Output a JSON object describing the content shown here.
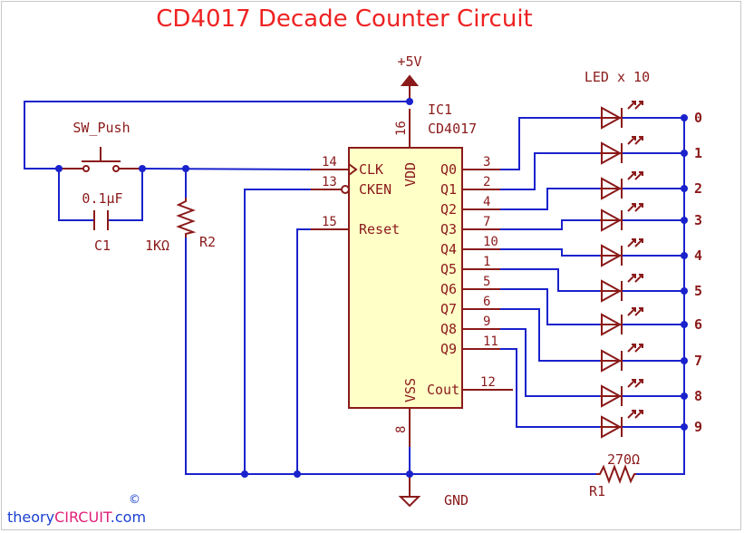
{
  "title": "CD4017 Decade Counter Circuit",
  "supply_label": "+5V",
  "ground_label": "GND",
  "ic": {
    "ref": "IC1",
    "part": "CD4017",
    "left_pins": [
      {
        "num": "14",
        "name": "CLK"
      },
      {
        "num": "13",
        "name": "CKEN"
      },
      {
        "num": "15",
        "name": "Reset"
      }
    ],
    "right_pins": [
      {
        "num": "3",
        "name": "Q0"
      },
      {
        "num": "2",
        "name": "Q1"
      },
      {
        "num": "4",
        "name": "Q2"
      },
      {
        "num": "7",
        "name": "Q3"
      },
      {
        "num": "10",
        "name": "Q4"
      },
      {
        "num": "1",
        "name": "Q5"
      },
      {
        "num": "5",
        "name": "Q6"
      },
      {
        "num": "6",
        "name": "Q7"
      },
      {
        "num": "9",
        "name": "Q8"
      },
      {
        "num": "11",
        "name": "Q9"
      }
    ],
    "cout": {
      "num": "12",
      "name": "Cout"
    },
    "vdd": {
      "num": "16",
      "name": "VDD"
    },
    "vss": {
      "num": "8",
      "name": "VSS"
    }
  },
  "switch_label": "SW_Push",
  "c1": {
    "value": "0.1µF",
    "ref": "C1"
  },
  "r2": {
    "value": "1KΩ",
    "ref": "R2"
  },
  "r1": {
    "value": "270Ω",
    "ref": "R1"
  },
  "led_label": "LED x 10",
  "outputs": [
    "0",
    "1",
    "2",
    "3",
    "4",
    "5",
    "6",
    "7",
    "8",
    "9"
  ],
  "watermark": {
    "prefix": "theory",
    "brand": "CIRCUIT",
    "suffix": ".com",
    "copyright": "©"
  },
  "colors": {
    "wire": "#1a22cc",
    "component": "#8b1a1a",
    "ic_fill": "#ffffc8",
    "title": "#ee2222"
  }
}
